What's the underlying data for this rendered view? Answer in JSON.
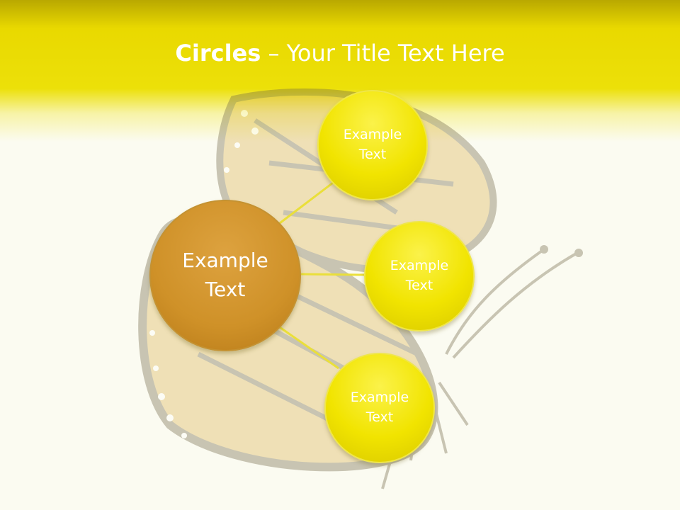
{
  "slide": {
    "title_bold": "Circles",
    "title_rest": " – Your Title Text Here"
  },
  "diagram": {
    "center": {
      "label": "Example Text"
    },
    "nodes": [
      {
        "label": "Example Text"
      },
      {
        "label": "Example Text"
      },
      {
        "label": "Example Text"
      }
    ]
  },
  "colors": {
    "header": "#ece009",
    "background": "#fbfbf1",
    "small_circle": "#f1e400",
    "big_circle": "#cf9128",
    "connector": "#eadf3a"
  },
  "decoration": {
    "background_image": "monarch-butterfly"
  }
}
